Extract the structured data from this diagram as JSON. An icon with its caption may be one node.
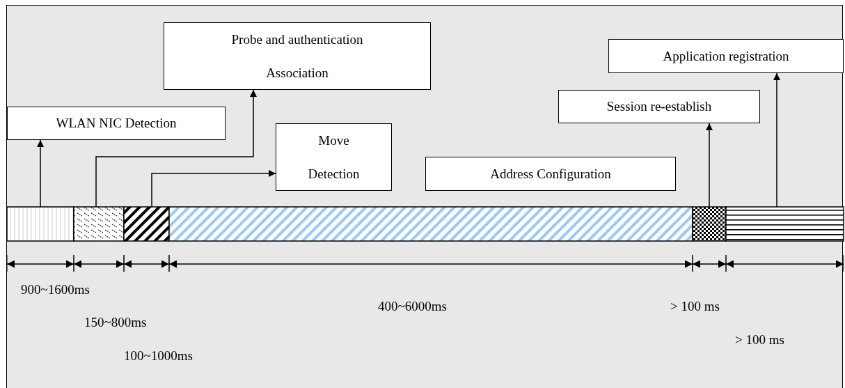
{
  "diagram": {
    "nodes": [
      {
        "text": [
          "Probe and authentication Association"
        ]
      },
      {
        "text": [
          "Application registration"
        ]
      },
      {
        "text": [
          "Session re-establish"
        ]
      },
      {
        "text": [
          "WLAN NIC Detection"
        ]
      },
      {
        "text": [
          "Move Detection"
        ]
      },
      {
        "text": [
          "Address Configuration"
        ]
      },
      {
        "text": [],
        "shape": "bar"
      },
      {
        "text": [],
        "shape": "bar"
      },
      {
        "text": [],
        "shape": "bar"
      },
      {
        "text": [],
        "shape": "bar"
      },
      {
        "text": [],
        "shape": "bar"
      },
      {
        "text": [],
        "shape": "bar"
      }
    ],
    "edges": [
      {
        "from": 6,
        "to": 3,
        "arrow": "to"
      },
      {
        "from": 7,
        "to": 0,
        "arrow": "to"
      },
      {
        "from": 8,
        "to": 4,
        "arrow": "to"
      },
      {
        "from": 10,
        "to": 2,
        "arrow": "to"
      },
      {
        "from": 11,
        "to": 1,
        "arrow": "to"
      }
    ],
    "labels": [
      "900~1600ms",
      "400~6000ms",
      "> 100 ms",
      "150~800ms",
      "> 100 ms",
      "100~1000ms"
    ]
  }
}
